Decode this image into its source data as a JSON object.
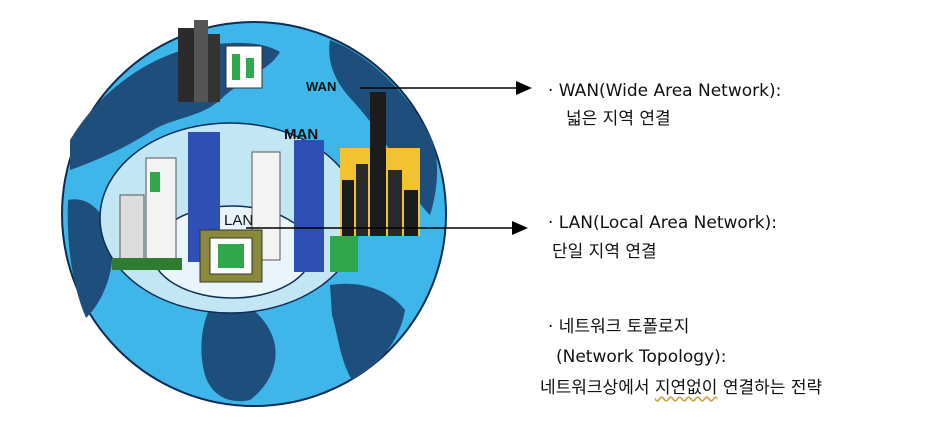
{
  "labels": {
    "wan": "WAN",
    "man": "MAN",
    "lan": "LAN"
  },
  "wan": {
    "title": "· WAN(Wide Area Network):",
    "desc": "넓은 지역 연결"
  },
  "lan": {
    "title": "· LAN(Local Area Network):",
    "desc": "단일 지역 연결"
  },
  "topology": {
    "title": "· 네트워크 토폴로지",
    "subtitle": "(Network Topology):",
    "desc_pre": "네트워크상에서 ",
    "desc_marked": "지연없이",
    "desc_post": " 연결하는 전략"
  },
  "colors": {
    "globe_ocean": "#3fb6ea",
    "globe_land": "#1e4f7c",
    "man_zone": "#c2e6f4",
    "lan_zone": "#e9f5fb",
    "building_blue": "#2e4fb3",
    "arrow": "#000000"
  }
}
